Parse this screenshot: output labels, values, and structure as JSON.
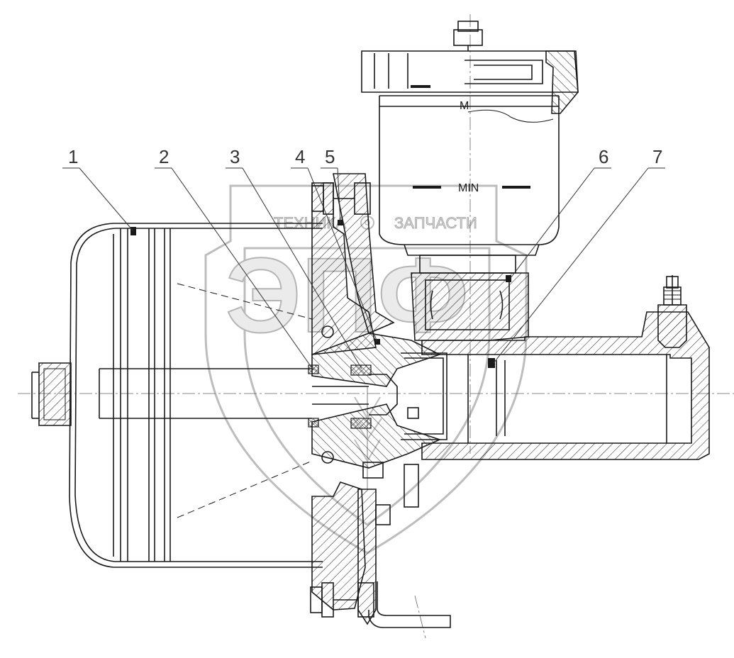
{
  "callouts": [
    "1",
    "2",
    "3",
    "4",
    "5",
    "6",
    "7"
  ],
  "reservoir": {
    "min_label": "MIN",
    "max_label": "M"
  },
  "watermark": {
    "logo": "ЭПФ",
    "left_text": "ТЕХНИКА",
    "right_text": "ЗАПЧАСТИ"
  }
}
